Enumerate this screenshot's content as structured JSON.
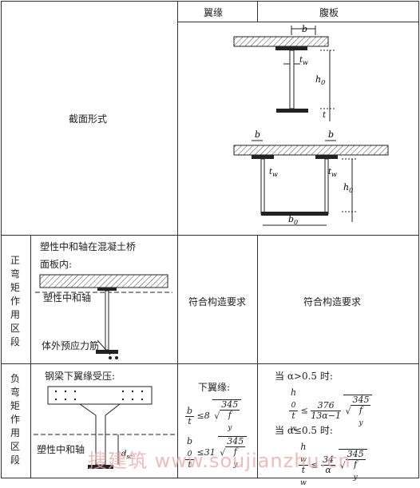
{
  "header": {
    "flange": "翼缘",
    "web": "腹板"
  },
  "rows": {
    "section_form": {
      "label": "截面形式"
    },
    "positive": {
      "label": "正弯矩作用区段",
      "note_line1": "塑性中和轴在混凝土桥",
      "note_line2": "面板内:",
      "plastic_axis": "塑性中和轴",
      "prestress": "体外预应力筋",
      "flange_req": "符合构造要求",
      "web_req": "符合构造要求"
    },
    "negative": {
      "label": "负弯矩作用区段",
      "note": "钢梁下翼缘受压:",
      "plastic_axis": "塑性中和轴",
      "bottom_flange": "下翼缘:",
      "when_gt": "当 α>0.5 时:",
      "when_le": "当 α≤0.5 时:"
    }
  },
  "symbols": {
    "b": "b",
    "tw": "t",
    "tw_sub": "w",
    "h0": "h",
    "h0_sub": "0",
    "t": "t",
    "b0": "b",
    "b0_sub": "0",
    "dw": "d",
    "dw_sub": "w",
    "hw": "h",
    "hw_sub": "w",
    "fy": "f",
    "fy_sub": "y",
    "alpha": "α"
  },
  "formulas": {
    "f1_le": "≤8",
    "f2_le": "≤31",
    "f3_le": "≤",
    "f3_num": "376",
    "f3_den": "13α−1",
    "f4_le": "≤",
    "f4_num": "34",
    "sqrt_num": "345"
  },
  "watermark": "搜建筑  www.soujianzhu.cn"
}
